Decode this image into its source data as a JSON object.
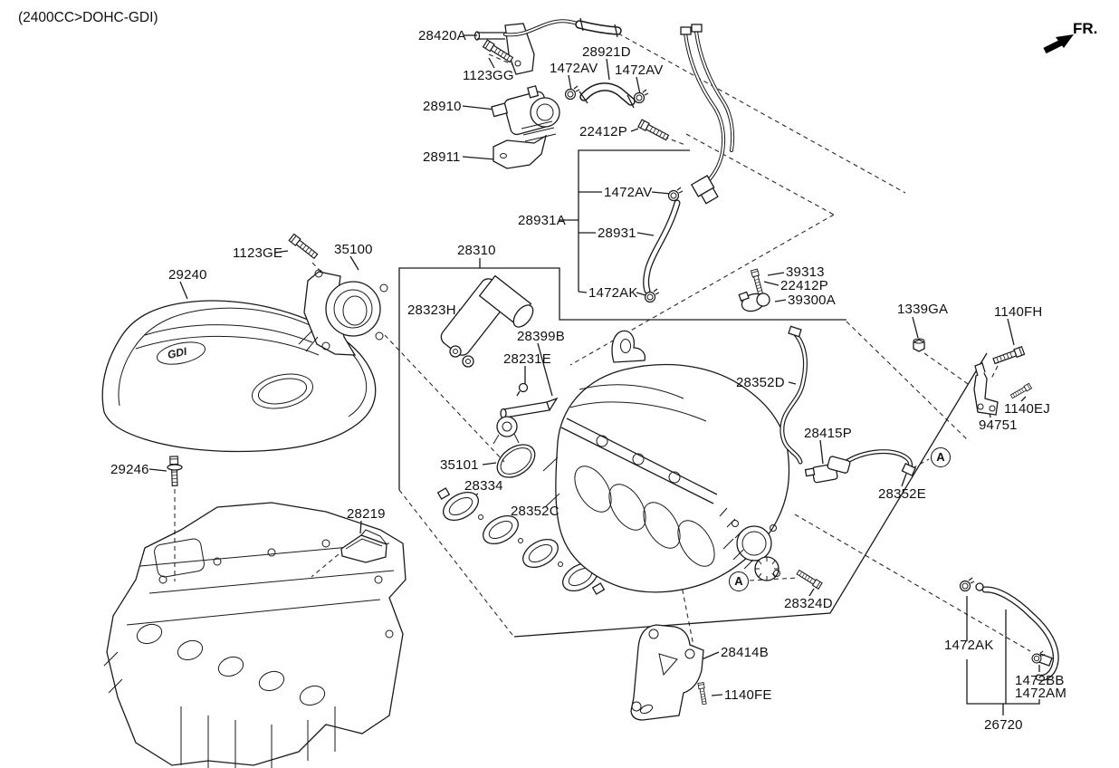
{
  "header": {
    "title": "(2400CC>DOHC-GDI)",
    "direction_label": "FR."
  },
  "engine_cover_logo": "GDI",
  "detail_markers": {
    "a_right": "A",
    "a_bottom": "A"
  },
  "labels": {
    "l28420A": "28420A",
    "l1123GG": "1123GG",
    "l28910": "28910",
    "l28911": "28911",
    "l28921D": "28921D",
    "l1472AV_a": "1472AV",
    "l1472AV_b": "1472AV",
    "l22412P_a": "22412P",
    "l1472AV_c": "1472AV",
    "l28931A": "28931A",
    "l28931": "28931",
    "l1472AK_a": "1472AK",
    "l39313": "39313",
    "l22412P_b": "22412P",
    "l39300A": "39300A",
    "l1339GA": "1339GA",
    "l1140FH": "1140FH",
    "l1123GE": "1123GE",
    "l35100": "35100",
    "l29240": "29240",
    "l28310": "28310",
    "l28323H": "28323H",
    "l28399B": "28399B",
    "l28231E": "28231E",
    "l28352D": "28352D",
    "l1140EJ": "1140EJ",
    "l94751": "94751",
    "l28415P": "28415P",
    "l28352E": "28352E",
    "l35101": "35101",
    "l28334": "28334",
    "l28352C": "28352C",
    "l29246": "29246",
    "l28219": "28219",
    "l28324D": "28324D",
    "l28414B": "28414B",
    "l1140FE": "1140FE",
    "l1472AK_b": "1472AK",
    "l1472BB": "1472BB",
    "l1472AM": "1472AM",
    "l26720": "26720"
  }
}
